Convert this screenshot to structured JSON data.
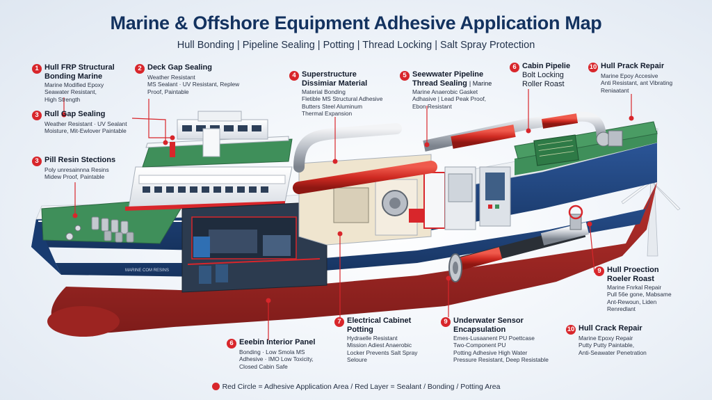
{
  "title": "Marine & Offshore Equipment Adhesive Application Map",
  "subtitle": "Hull Bonding | Pipeline Sealing | Potting | Thread Locking | Salt Spray Protection",
  "ship_text": "MARINE COM RESINS",
  "colors": {
    "accent_red": "#d8262b",
    "hull_blue": "#1c3f78",
    "deck_green": "#3f8f5a",
    "title_navy": "#13325f"
  },
  "callouts": [
    {
      "num": "1",
      "title": [
        "Hull FRP Structural",
        "Bonding Marine"
      ],
      "body": [
        "Marine Modified Epoxy",
        "Seawater Resistant,",
        "High Strength"
      ]
    },
    {
      "num": "2",
      "title": [
        "Deck Gap Sealing"
      ],
      "body": [
        "Weather Resistant",
        "MS Sealant · UV Resistant, Replew",
        "Proof, Paintable"
      ]
    },
    {
      "num": "3",
      "title": [
        "Rull Gap Sealing"
      ],
      "body": [
        "Weather Resistant · UV Sealant",
        "Moisture, Mit-Ewlover Paintable"
      ]
    },
    {
      "num": "3",
      "title": [
        "Pill Resin Stections"
      ],
      "body": [
        "Poly unresainnna Resins",
        "Midew Proof, Paintable"
      ]
    },
    {
      "num": "4",
      "title": [
        "Superstructure",
        "Dissimiar Material"
      ],
      "body": [
        "Material Bonding",
        "Fletible MS Structural Adhesive",
        "Butters Steel Aluminum",
        "Thermal Expansion"
      ]
    },
    {
      "num": "5",
      "title": [
        "Seewwater Pipeline",
        "Thread Sealing"
      ],
      "title_suffix": "| Marine",
      "body": [
        "Marine Anaerobic Gasket",
        "Adhasive | Lead Peak Proof,",
        "Ebon Resistant"
      ]
    },
    {
      "num": "6",
      "title": [
        "Cabin Pipelie",
        "Bolt Locking",
        "Roller Roast"
      ],
      "body": []
    },
    {
      "num": "10",
      "title": [
        "Hull Prack Repair"
      ],
      "body": [
        "Marine Epoy Accesive",
        "Anti Resistant, ant Vibrating",
        "Reniaatant"
      ]
    },
    {
      "num": "9",
      "title": [
        "Hull Proection",
        "Roeler Roast"
      ],
      "body": [
        "Marine Fnrkal Repair",
        "Pull 56e gone, Mabsame",
        "Ant-Rewoun, Liden",
        "Renredlant"
      ]
    },
    {
      "num": "10",
      "title": [
        "Hull Crack Repair"
      ],
      "body": [
        "Marine Epoxy Repair",
        "Putty Putty Paintable,",
        "Anti-Seawater Penetration"
      ]
    },
    {
      "num": "7",
      "title": [
        "Electrical Cabinet",
        "Potting"
      ],
      "body": [
        "Hydraelle Resistant",
        "Mission Adiest Anaerobic",
        "Locker Prevents Salt Spray",
        "Seloure"
      ]
    },
    {
      "num": "9",
      "title": [
        "Underwater Sensor",
        "Encapsulation"
      ],
      "body": [
        "Emes-Lusaanent PU Poettcase",
        "Two-Component PU",
        "Potting Adhesive High Water",
        "Pressure Resistant, Deep Resistable"
      ]
    },
    {
      "num": "6",
      "title": [
        "Eeebin Interior Panel"
      ],
      "body": [
        "Bonding · Low Smola MS",
        "Adhesive · IMO Low Toxicity,",
        "Closed Cabin Safe"
      ]
    }
  ],
  "legend": "Red Circle = Adhesive Application Area / Red Layer = Sealant / Bonding / Potting Area"
}
